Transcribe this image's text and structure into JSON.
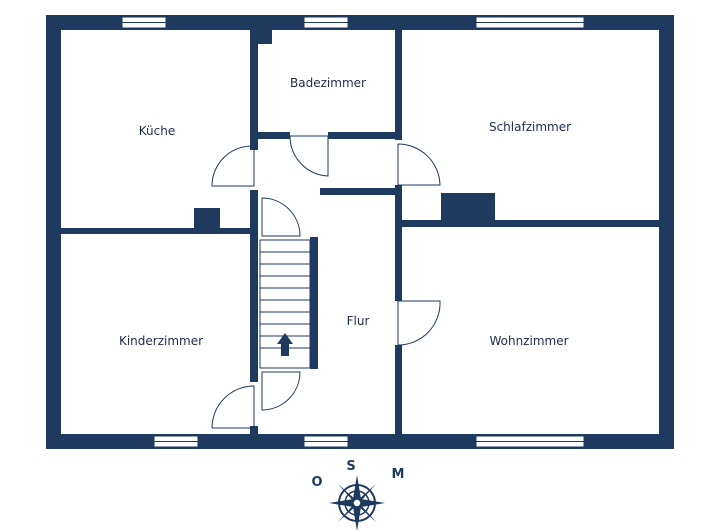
{
  "rooms": {
    "kueche": "Küche",
    "badezimmer": "Badezimmer",
    "schlafzimmer": "Schlafzimmer",
    "kinderzimmer": "Kinderzimmer",
    "flur": "Flur",
    "wohnzimmer": "Wohnzimmer"
  },
  "compass": {
    "north_label": "S",
    "west_label": "O",
    "east_label": "M"
  },
  "colors": {
    "wall": "#1f3a5f",
    "background": "#ffffff"
  }
}
